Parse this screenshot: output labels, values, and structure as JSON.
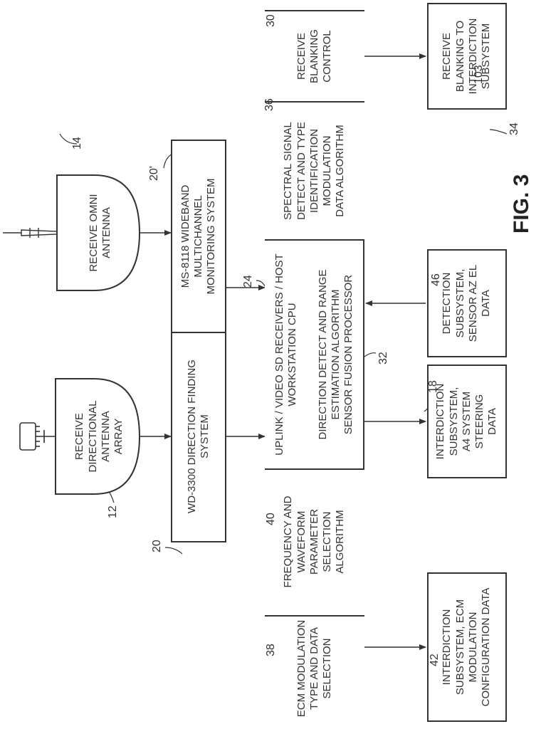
{
  "diagram": {
    "figure_label": "FIG. 3",
    "refs": {
      "overall": "103",
      "directional_antenna": "12",
      "omni_antenna": "14",
      "df_system": "20",
      "monitoring_system": "20'",
      "host_cpu": "24",
      "blanking_control": "30",
      "sensor_fusion": "32",
      "blanking_out": "34",
      "spectral": "36",
      "ecm_type": "38",
      "freq_waveform": "40",
      "ecm_config": "42",
      "detection": "46",
      "steering": "18"
    },
    "blocks": {
      "directional_antenna": "RECEIVE\nDIRECTIONAL\nANTENNA\nARRAY",
      "omni_antenna": "RECEIVE OMNI\nANTENNA",
      "df_system": "WD-3300 DIRECTION FINDING\nSYSTEM",
      "monitoring_system": "MS-8118 WIDEBAND\nMULTICHANNEL\nMONITORING SYSTEM",
      "ecm_type": "ECM MODULATION\nTYPE AND DATA\nSELECTION",
      "freq_waveform": "FREQUENCY AND\nWAVEFORM\nPARAMETER\nSELECTION\nALGORITHM",
      "host_cpu": "UPLINK / VIDEO SD RECEIVERS / HOST\nWORKSTATION CPU",
      "sensor_fusion": "DIRECTION DETECT AND RANGE\nESTIMATION ALGORITHM\nSENSOR FUSION PROCESSOR",
      "spectral": "SPECTRAL SIGNAL\nDETECT AND TYPE\nIDENTIFICATION\nMODULATION\nDATA ALGORITHM",
      "blanking_control": "RECEIVE\nBLANKING\nCONTROL",
      "ecm_config": "INTERDICTION\nSUBSYSTEM, ECM\nMODULATION\nCONFIGURATION DATA",
      "steering": "INTERDICTION\nSUBSYSTEM,\nA4 SYSTEM\nSTEERING\nDATA",
      "detection": "DETECTION\nSUBSYSTEM,\nSENSOR AZ EL\nDATA",
      "blanking_out": "RECEIVE\nBLANKING TO\nINTERDICTION\nSUBSYSTEM"
    }
  }
}
